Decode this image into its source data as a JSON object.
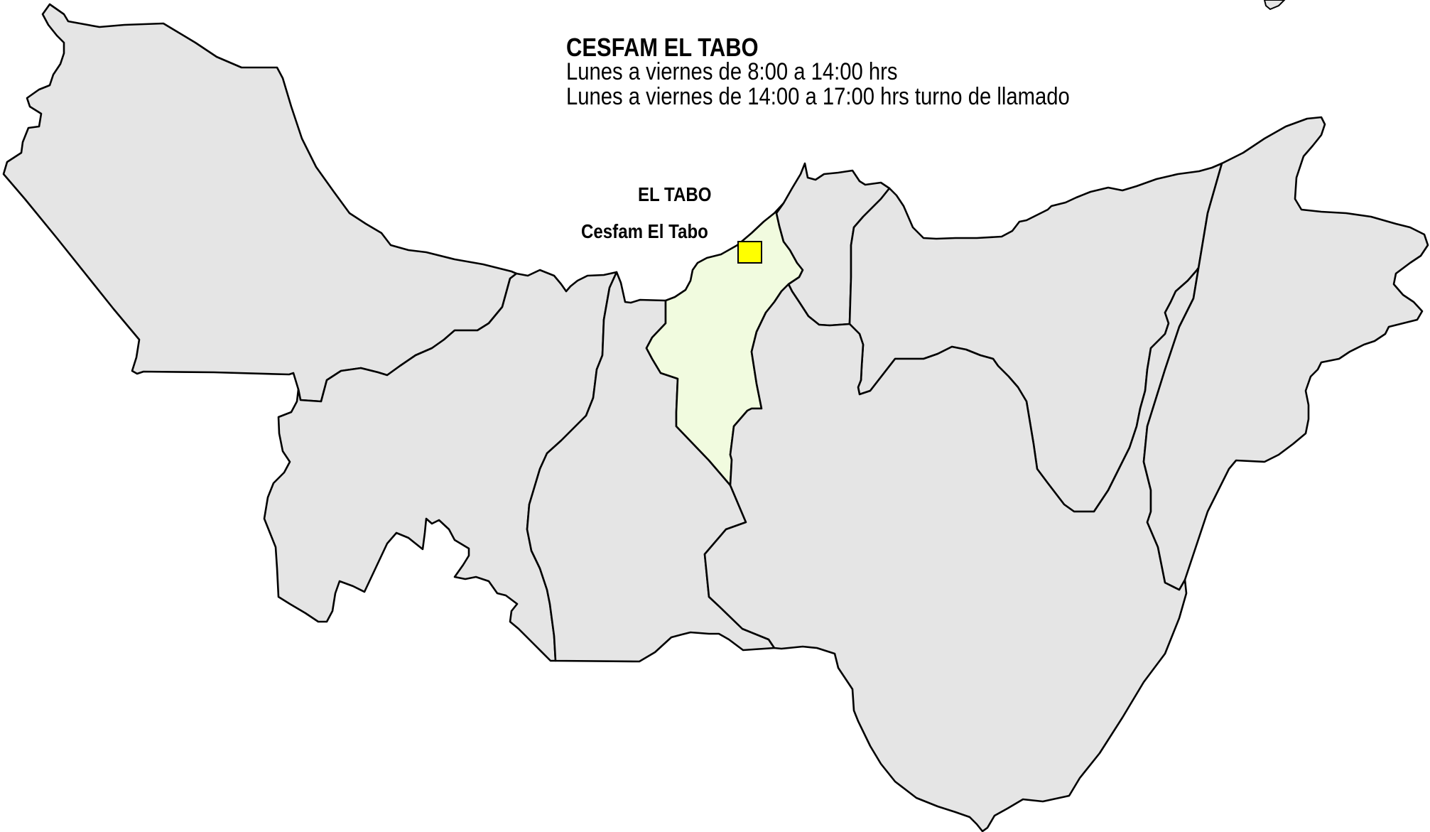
{
  "map": {
    "info": {
      "title": "CESFAM EL TABO",
      "schedule_line_1": "Lunes a viernes de 8:00 a 14:00 hrs",
      "schedule_line_2": "Lunes a viernes de 14:00 a 17:00 hrs turno de llamado"
    },
    "commune_label": "EL TABO",
    "facility_label": "Cesfam El Tabo",
    "colors": {
      "region_fill": "#e5e5e5",
      "highlight_fill": "#f1fbdf",
      "boundary": "#000000",
      "facility_marker": "#ffff00"
    },
    "icons": {
      "facility": "square-marker-icon"
    }
  }
}
